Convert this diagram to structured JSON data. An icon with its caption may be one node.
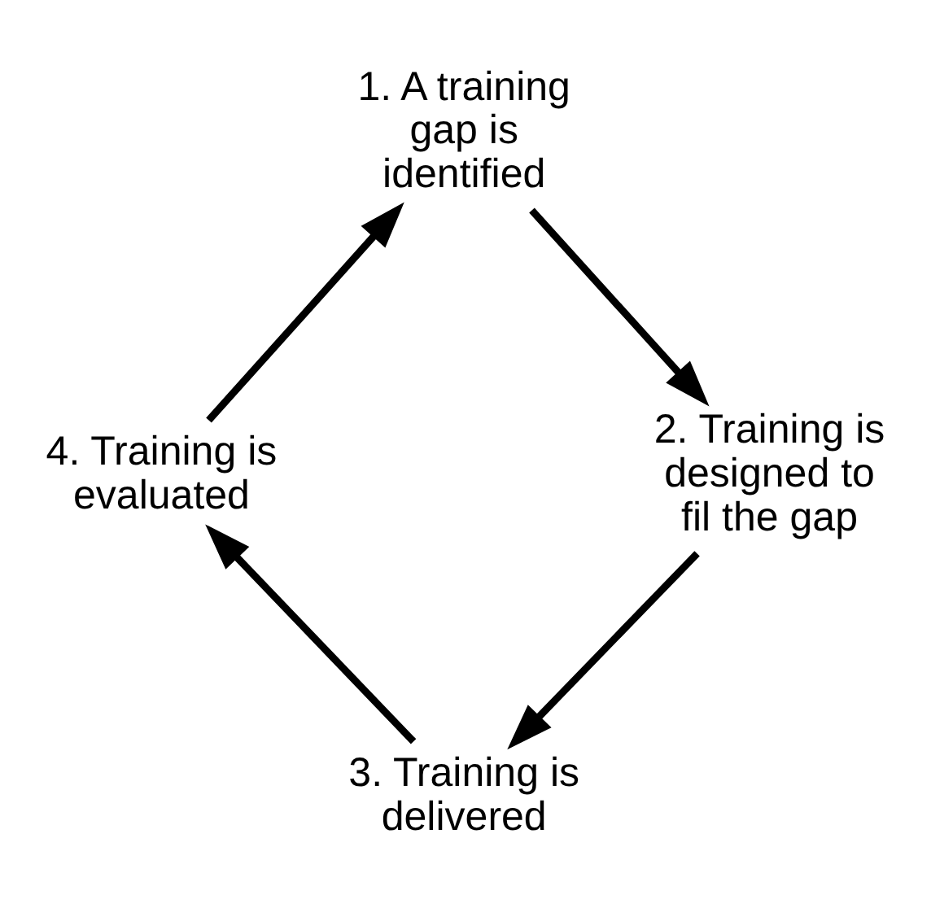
{
  "diagram": {
    "nodes": [
      {
        "text": [
          "1. A training gap is identified"
        ]
      },
      {
        "text": [
          "2. Training is designed to fil the gap"
        ]
      },
      {
        "text": [
          "3. Training is delivered"
        ]
      },
      {
        "text": [
          "4. Training is evaluated"
        ]
      }
    ],
    "edges": [
      {
        "from": 0,
        "to": 1,
        "arrow": "to"
      },
      {
        "from": 1,
        "to": 2,
        "arrow": "to"
      },
      {
        "from": 2,
        "to": 3,
        "arrow": "to"
      },
      {
        "from": 3,
        "to": 0,
        "arrow": "to"
      }
    ]
  }
}
